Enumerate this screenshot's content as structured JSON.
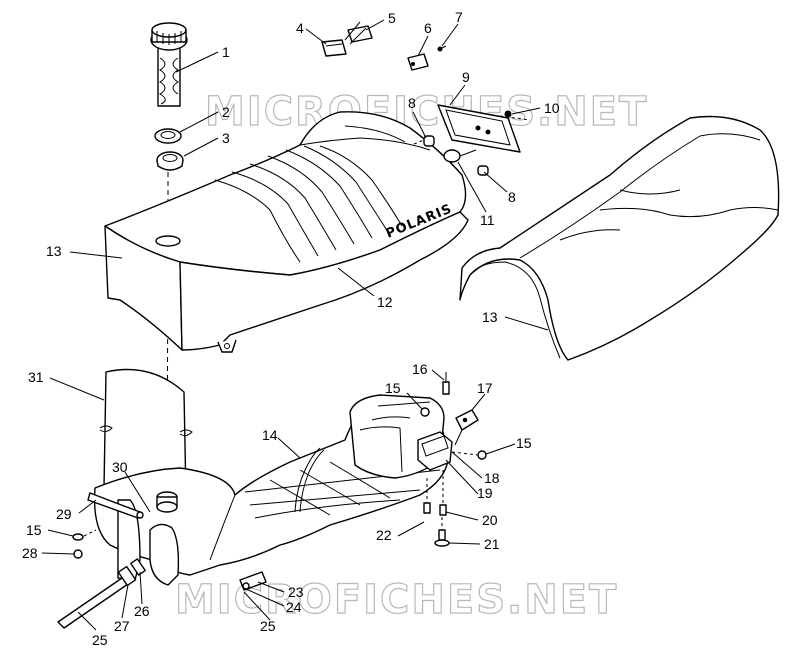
{
  "watermark": "MICROFICHES.NET",
  "brand_logo": "POLARIS",
  "callouts": [
    "1",
    "2",
    "3",
    "4",
    "5",
    "6",
    "7",
    "8",
    "9",
    "10",
    "8",
    "11",
    "13",
    "12",
    "13",
    "31",
    "16",
    "15",
    "17",
    "14",
    "15",
    "18",
    "19",
    "30",
    "29",
    "20",
    "22",
    "21",
    "15",
    "28",
    "23",
    "24",
    "25",
    "27",
    "26",
    "25"
  ]
}
